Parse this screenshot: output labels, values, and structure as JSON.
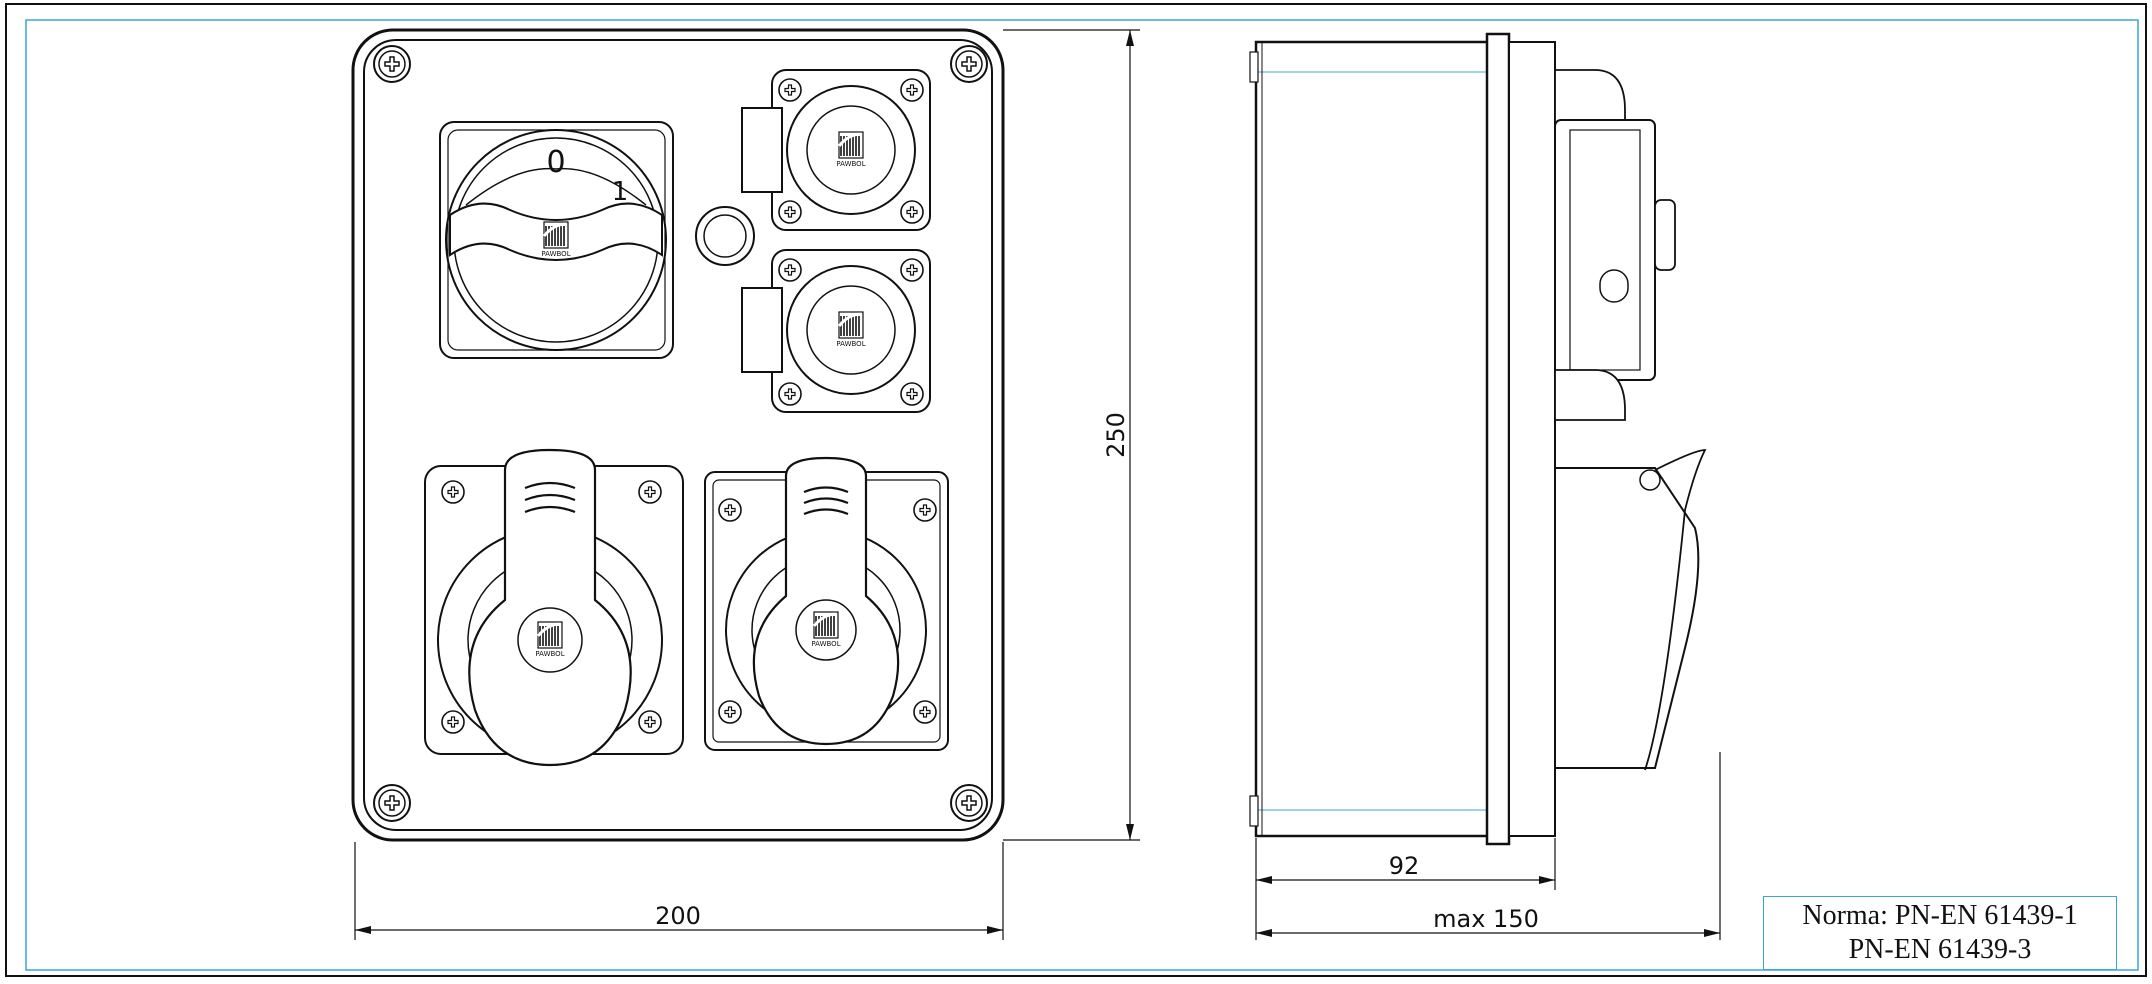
{
  "dimensions": {
    "front_width": "200",
    "front_height": "250",
    "side_depth": "92",
    "side_max_depth": "max 150"
  },
  "switch": {
    "pos_off": "0",
    "pos_on": "1"
  },
  "standards": {
    "line1": "Norma: PN-EN 61439-1",
    "line2": "PN-EN 61439-3"
  },
  "colors": {
    "frame": "#3aa6d6",
    "lines": "#111111"
  },
  "icons": [
    "screw-icon",
    "brand-logo-icon",
    "indicator-lamp-icon"
  ]
}
